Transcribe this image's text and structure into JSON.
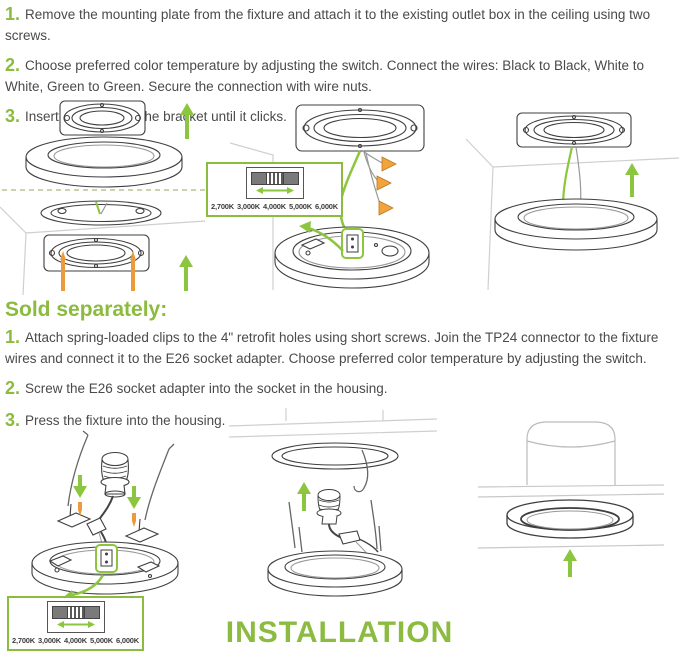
{
  "title": "INSTALLATION",
  "colors": {
    "accent_green": "#8bbb3f",
    "arrow_green": "#8cc63f",
    "screw_orange": "#eb9b3c",
    "body_text": "#4a4a4a"
  },
  "steps_top": [
    {
      "num": "1.",
      "text": "Remove the mounting plate from the fixture and attach it to the existing outlet box in the ceiling using two screws."
    },
    {
      "num": "2.",
      "text": "Choose preferred color temperature by adjusting the switch. Connect the wires: Black to Black, White to White, Green to Green. Secure the connection with wire nuts."
    },
    {
      "num": "3.",
      "text": "Insert the fixture to the bracket until it clicks."
    }
  ],
  "sold_separately": {
    "heading": "Sold separately:",
    "steps": [
      {
        "num": "1.",
        "text": "Attach spring-loaded clips to the 4\" retrofit holes using short screws. Join the TP24 connector to the fixture wires and connect it to the E26 socket adapter. Choose preferred color temperature by adjusting the switch."
      },
      {
        "num": "2.",
        "text": "Screw the E26 socket adapter into the socket in the housing."
      },
      {
        "num": "3.",
        "text": "Press the fixture into the housing."
      }
    ]
  },
  "switch_options": [
    "2,700K",
    "3,000K",
    "4,000K",
    "5,000K",
    "6,000K"
  ]
}
